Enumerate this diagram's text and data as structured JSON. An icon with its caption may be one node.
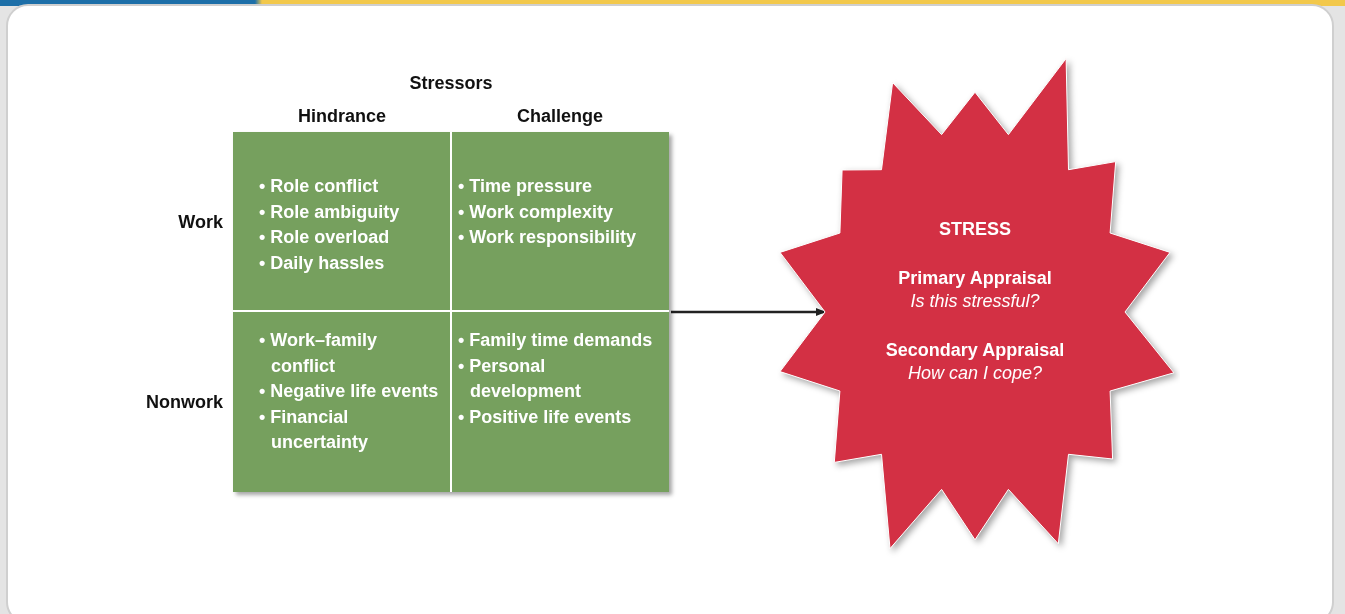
{
  "diagram": {
    "nodes": [
      {
        "text": [],
        "shape": "box"
      },
      {
        "text": [
          "• Role conflict",
          "• Role ambiguity",
          "• Role overload",
          "• Daily hassles"
        ],
        "in": 0
      },
      {
        "text": [
          "• Time pressure",
          "• Work complexity",
          "• Work responsibility"
        ],
        "in": 0
      },
      {
        "text": [
          "• Work–family conflict",
          "• Negative life events",
          "• Financial uncertainty"
        ],
        "in": 0
      },
      {
        "text": [
          "• Family time demands",
          "• Personal development",
          "• Positive life events"
        ],
        "in": 0
      },
      {
        "text": [
          "STRESS",
          "Primary Appraisal",
          "Is this stressful?",
          "Secondary Appraisal",
          "How can I cope?"
        ]
      }
    ],
    "edges": [
      {
        "from": 0,
        "to": 5,
        "arrow": "to"
      }
    ],
    "labels": [
      "Stressors",
      "Hindrance",
      "Challenge",
      "Work",
      "Nonwork"
    ]
  }
}
